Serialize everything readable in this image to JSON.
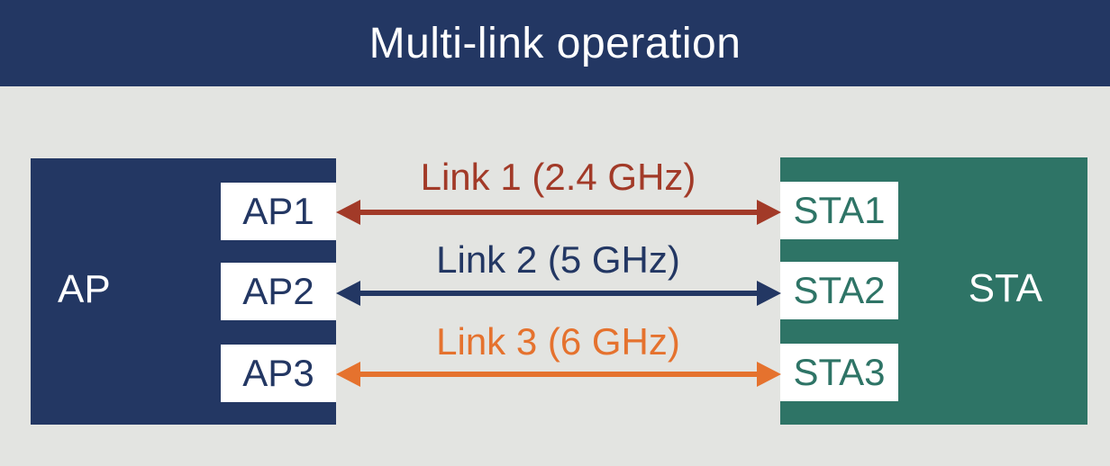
{
  "title": "Multi-link operation",
  "ap": {
    "label": "AP",
    "ports": [
      "AP1",
      "AP2",
      "AP3"
    ]
  },
  "sta": {
    "label": "STA",
    "ports": [
      "STA1",
      "STA2",
      "STA3"
    ]
  },
  "links": [
    {
      "label": "Link 1 (2.4 GHz)",
      "color": "#a23a28"
    },
    {
      "label": "Link 2 (5 GHz)",
      "color": "#233763"
    },
    {
      "label": "Link 3 (6 GHz)",
      "color": "#e5722e"
    }
  ],
  "colors": {
    "header_bg": "#233763",
    "background": "#e3e4e1",
    "ap_block": "#233763",
    "sta_block": "#2e7466"
  }
}
